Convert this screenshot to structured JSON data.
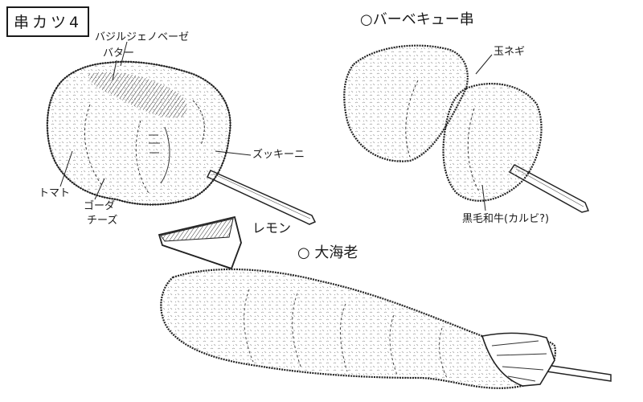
{
  "title": "串カツ4",
  "sections": {
    "bbq": "○バーベキュー串",
    "ebi": "○ 大海老"
  },
  "labels": {
    "basil": "バジルジェノベーゼ",
    "butter": "バター",
    "zucchini": "ズッキーニ",
    "tomato": "トマト",
    "gouda": "ゴーダ",
    "cheese": "チーズ",
    "onion": "玉ネギ",
    "beef": "黒毛和牛(カルビ?)",
    "lemon": "レモン"
  }
}
